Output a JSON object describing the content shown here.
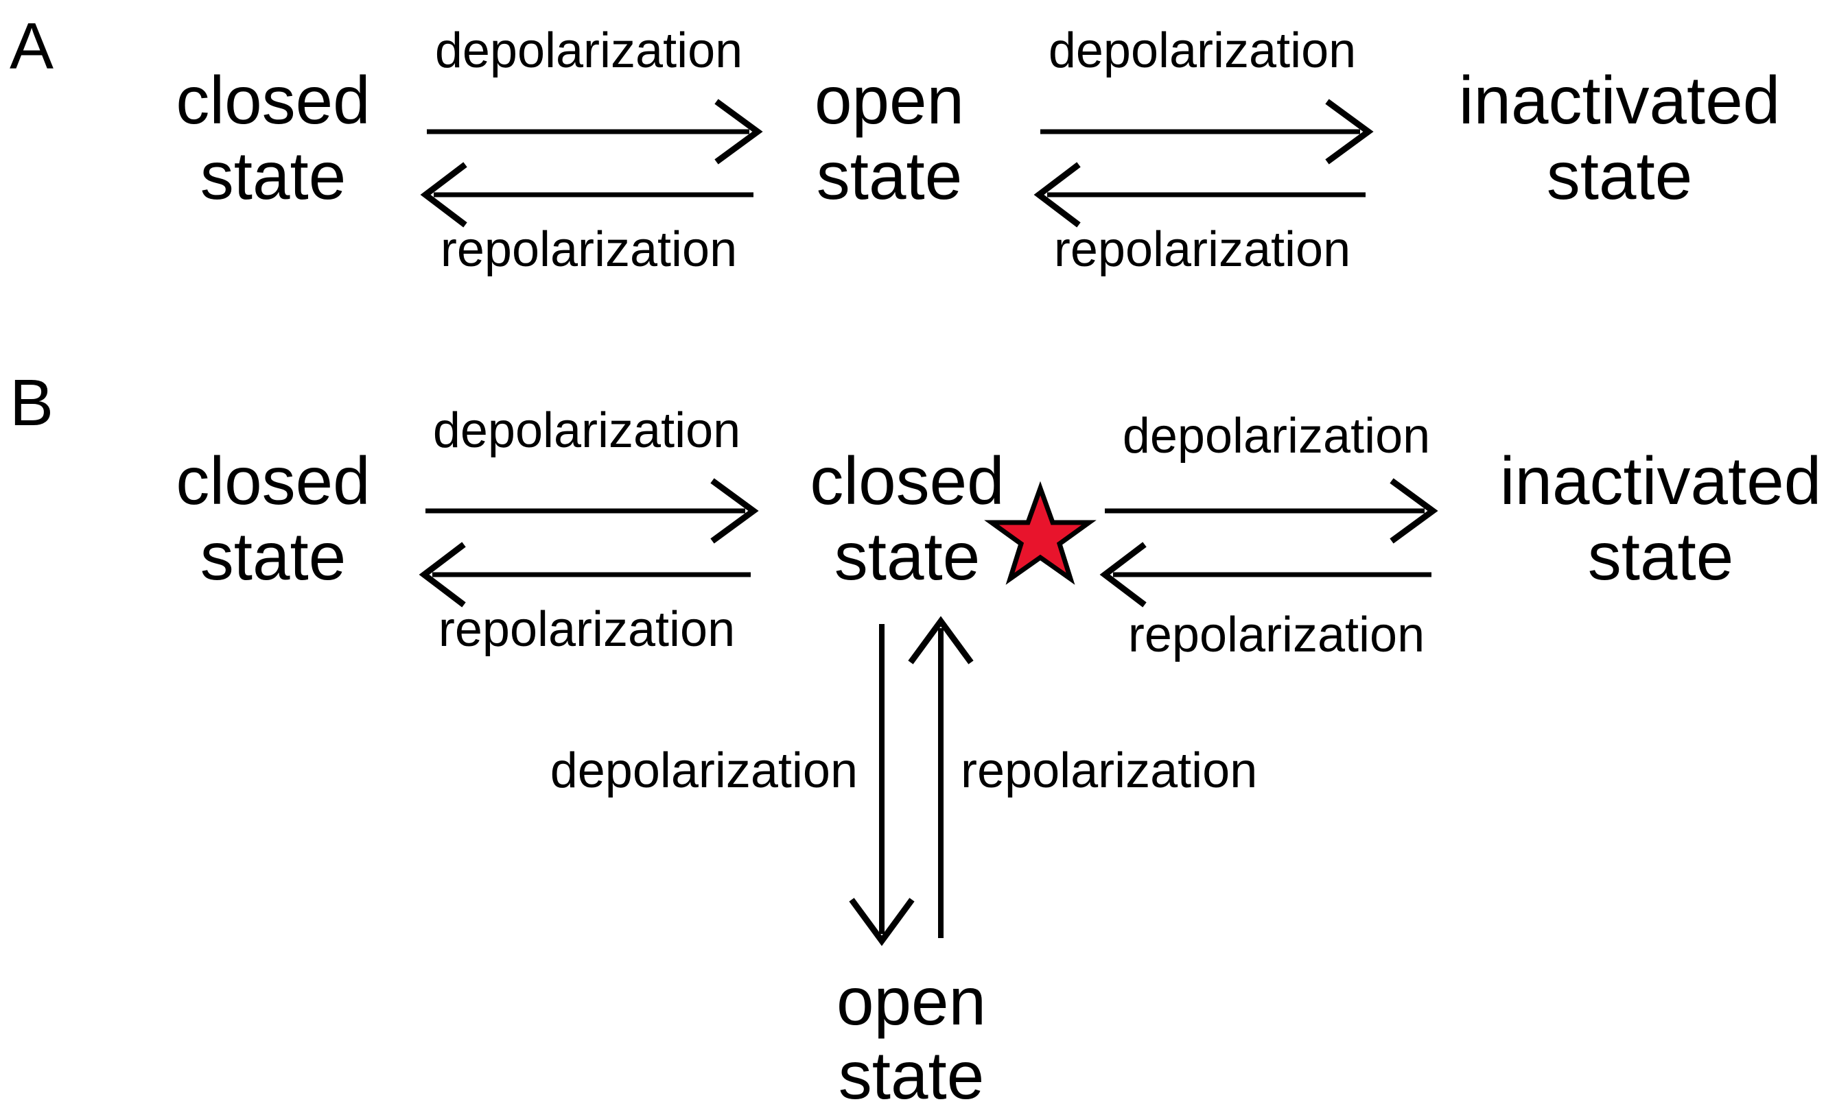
{
  "figure": {
    "title": "Ion channel gating state transition diagram",
    "background_color": "#ffffff",
    "text_color": "#000000",
    "accent_color": "#E8142C"
  },
  "panels": [
    {
      "id": "A",
      "letter": "A",
      "states": [
        {
          "id": "a-closed",
          "line1": "closed",
          "line2": "state"
        },
        {
          "id": "a-open",
          "line1": "open",
          "line2": "state"
        },
        {
          "id": "a-inactivated",
          "line1": "inactivated",
          "line2": "state"
        }
      ],
      "transitions": [
        {
          "id": "a-left-forward",
          "label": "depolarization",
          "direction": "right"
        },
        {
          "id": "a-left-reverse",
          "label": "repolarization",
          "direction": "left"
        },
        {
          "id": "a-right-forward",
          "label": "depolarization",
          "direction": "right"
        },
        {
          "id": "a-right-reverse",
          "label": "repolarization",
          "direction": "left"
        }
      ]
    },
    {
      "id": "B",
      "letter": "B",
      "states": [
        {
          "id": "b-closed-left",
          "line1": "closed",
          "line2": "state"
        },
        {
          "id": "b-closed-center",
          "line1": "closed",
          "line2": "state"
        },
        {
          "id": "b-inactivated",
          "line1": "inactivated",
          "line2": "state"
        },
        {
          "id": "b-open",
          "line1": "open",
          "line2": "state"
        }
      ],
      "transitions": [
        {
          "id": "b-left-forward",
          "label": "depolarization",
          "direction": "right"
        },
        {
          "id": "b-left-reverse",
          "label": "repolarization",
          "direction": "left"
        },
        {
          "id": "b-right-forward",
          "label": "depolarization",
          "direction": "right"
        },
        {
          "id": "b-right-reverse",
          "label": "repolarization",
          "direction": "left"
        },
        {
          "id": "b-down",
          "label": "depolarization",
          "direction": "down"
        },
        {
          "id": "b-up",
          "label": "repolarization",
          "direction": "up"
        }
      ],
      "marker": {
        "id": "red-star",
        "shape": "star",
        "fill": "#E8142C",
        "stroke": "#000000"
      }
    }
  ]
}
